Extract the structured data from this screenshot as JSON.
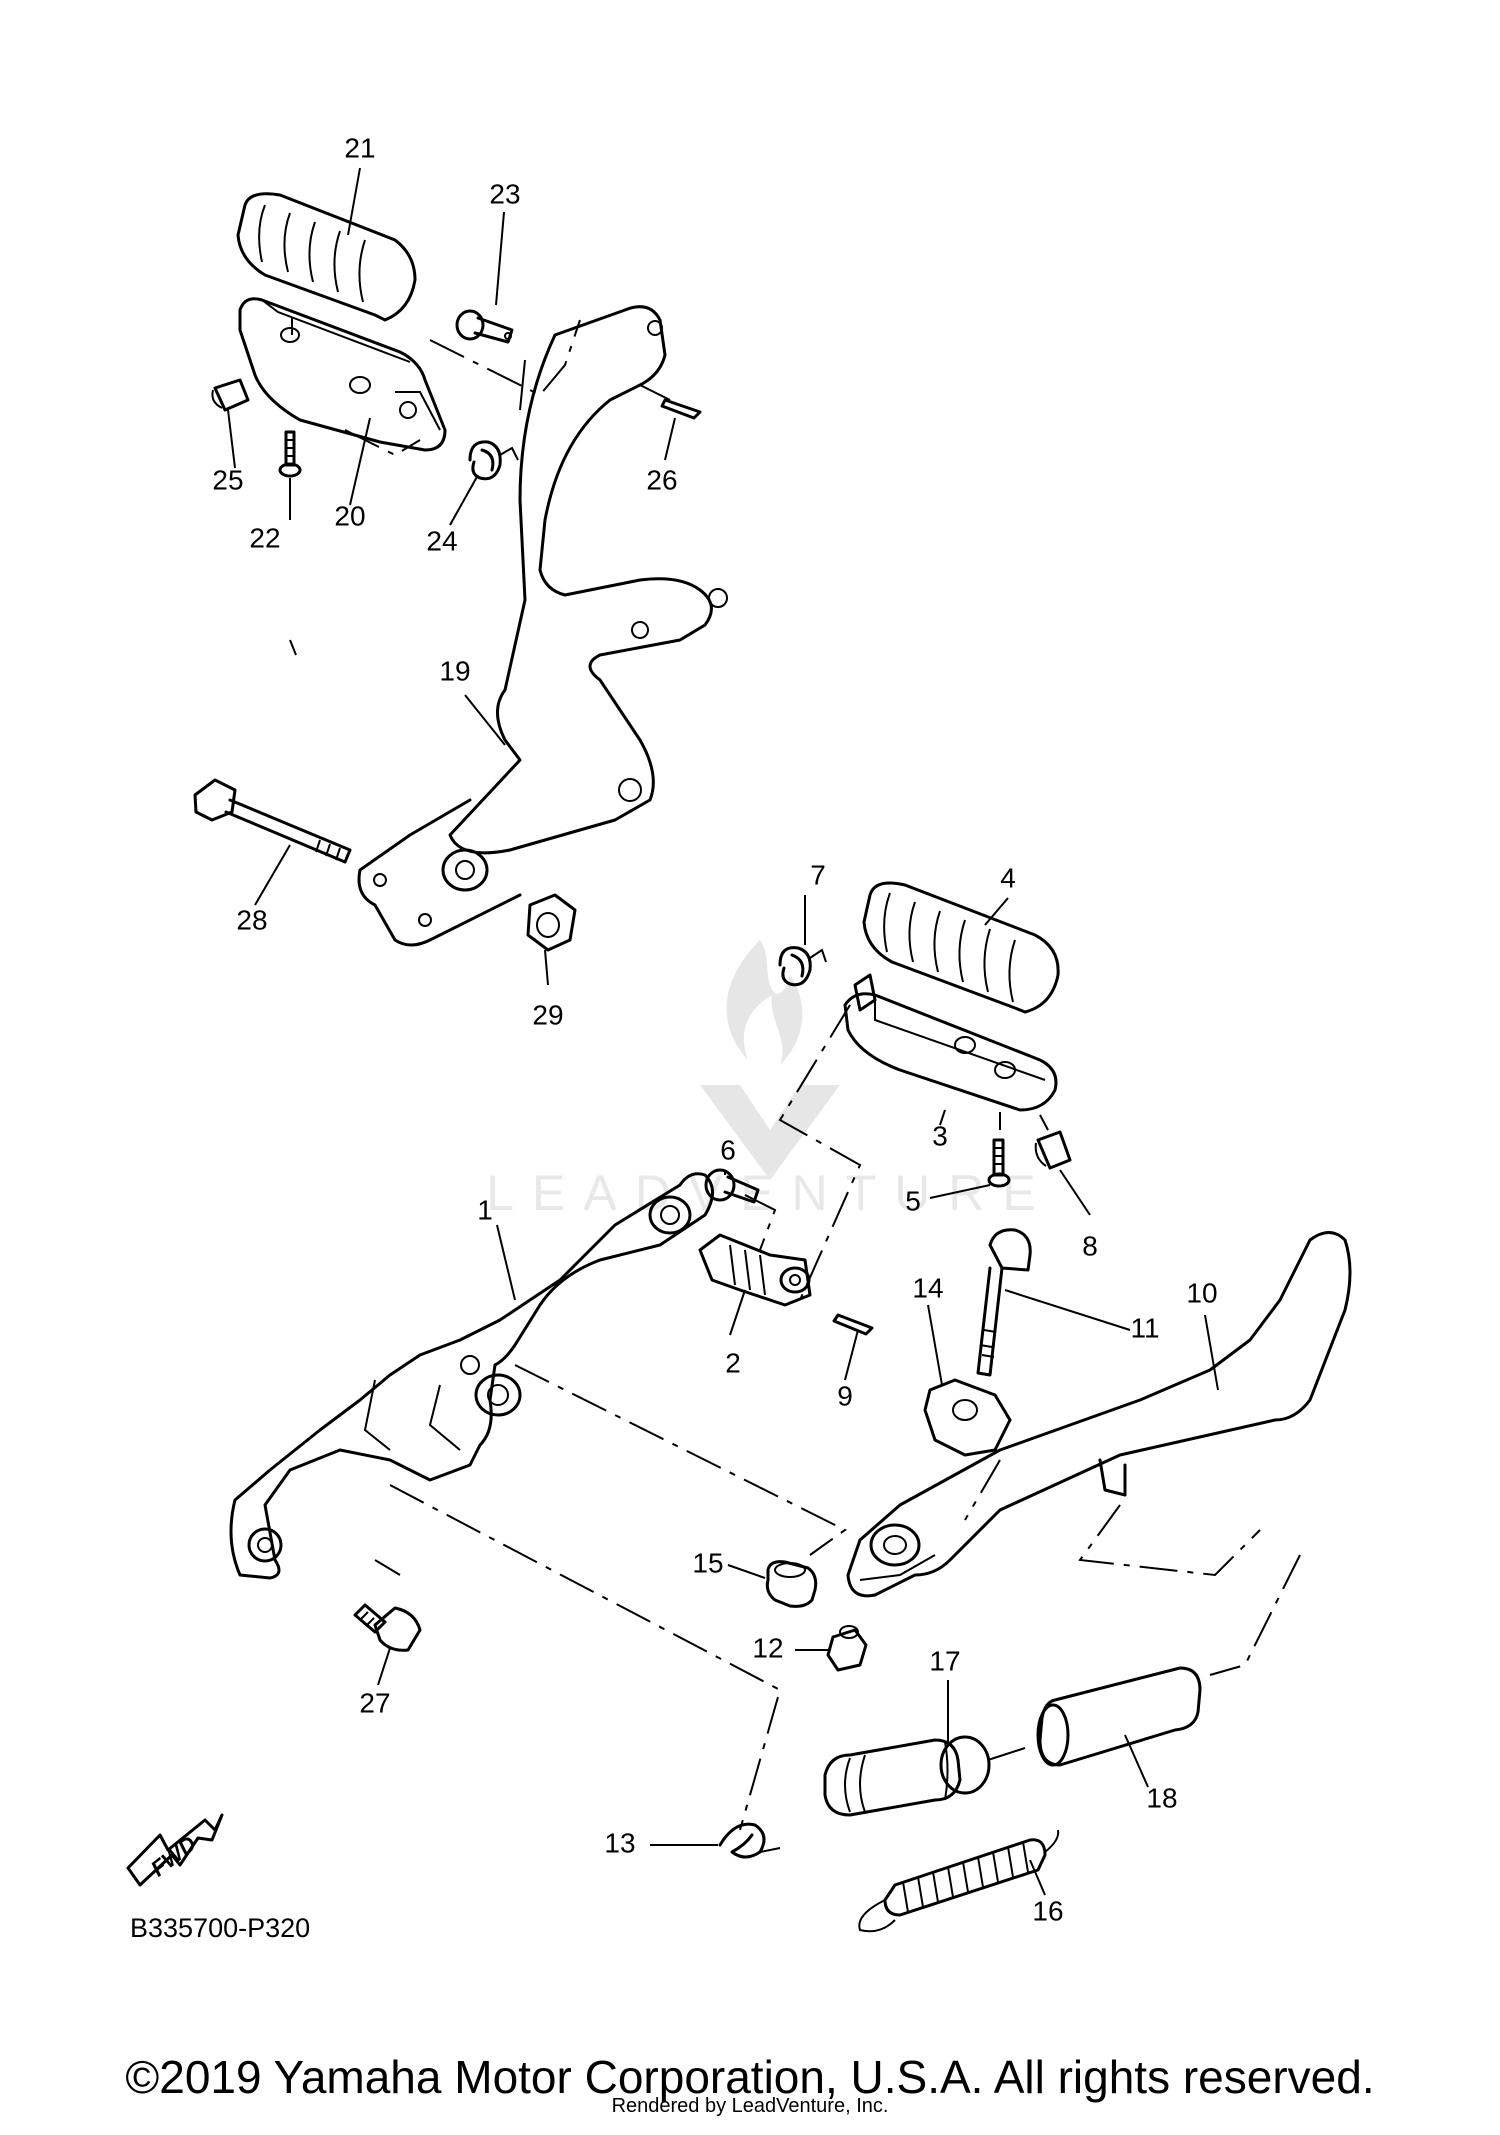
{
  "diagram": {
    "code": "B335700-P320",
    "fwd_label": "FWD",
    "watermark": "LEADVENTURE",
    "callouts": [
      "1",
      "2",
      "3",
      "4",
      "5",
      "6",
      "7",
      "8",
      "9",
      "10",
      "11",
      "12",
      "13",
      "14",
      "15",
      "16",
      "17",
      "18",
      "19",
      "20",
      "21",
      "22",
      "23",
      "24",
      "25",
      "26",
      "27",
      "28",
      "29"
    ]
  },
  "footer": {
    "copyright": "©2019 Yamaha Motor Corporation, U.S.A. All rights reserved.",
    "rendered_by": "Rendered by LeadVenture, Inc."
  }
}
